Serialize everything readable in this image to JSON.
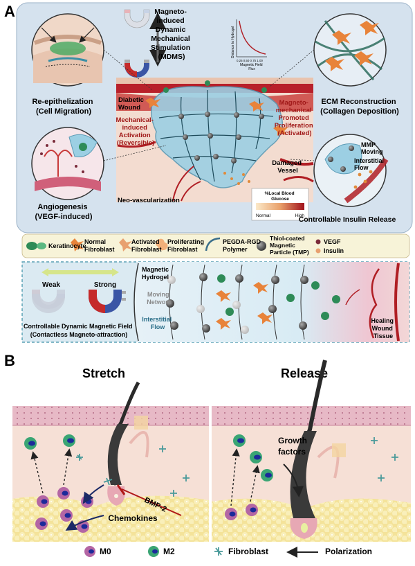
{
  "panel_a": {
    "letter": "A",
    "mdms": {
      "lines": [
        "Magneto-",
        "induced",
        "Dynamic",
        "Mechanical",
        "Stimulation",
        "(MDMS)"
      ]
    },
    "decay_chart": {
      "ylabel": "Distance to Hydrogel",
      "ticks": "0.25 0.50 0.75 1.00",
      "xlabel_lines": [
        "Magnetic Field",
        "Flux"
      ]
    },
    "re_epithelization": [
      "Re-epithelization",
      "(Cell Migration)"
    ],
    "ecm": [
      "ECM Reconstruction",
      "(Collagen Deposition)"
    ],
    "diabetic_wound": [
      "Diabetic",
      "Wound"
    ],
    "mech_activation": [
      "Mechanical-",
      "induced",
      "Activation",
      "(Reversible)"
    ],
    "magneto_prolif": [
      "Magneto-",
      "mechanical",
      "Promoted",
      "Proliferation",
      "(Activated)"
    ],
    "mmp": [
      "MMP",
      "Moving"
    ],
    "interstitial_flow": [
      "Interstitial",
      "Flow"
    ],
    "damaged_vessel": [
      "Damaged",
      "Vessel"
    ],
    "angiogenesis": [
      "Angiogenesis",
      "(VEGF-induced)"
    ],
    "neo_vasc": "Neo-vascularization",
    "glucose": {
      "title": [
        "%Local Blood",
        "Glucose"
      ],
      "low": "Normal",
      "high": "High"
    },
    "insulin_release": "Controllable Insulin Release",
    "legend": {
      "keratinocyte": "Keratinocyte",
      "normal_fibro": [
        "Normal",
        "Fibroblast"
      ],
      "activated_fibro": [
        "Activated",
        "Fibroblast"
      ],
      "prolif_fibro": [
        "Proliferating",
        "Fibroblast"
      ],
      "pegda": [
        "PEGDA-RGD",
        "Polymer"
      ],
      "tmp": [
        "Thiol-coated",
        "Magnetic",
        "Particle (TMP)"
      ],
      "vegf": "VEGF",
      "insulin": "Insulin"
    },
    "lower": {
      "weak": "Weak",
      "strong": "Strong",
      "field": [
        "Controllable Dynamic Magnetic Field",
        "(Contactless Magneto-attraction)"
      ],
      "hydrogel": [
        "Magnetic",
        "Hydrogel"
      ],
      "moving_network": [
        "Moving",
        "Network"
      ],
      "interstitial_flow": [
        "Interstitial",
        "Flow"
      ],
      "healing": [
        "Healing",
        "Wound",
        "Tissue"
      ]
    },
    "colors": {
      "teal": "#3a8fa6",
      "dark_red": "#a01818",
      "wound_red": "#b8202a",
      "hydrogel": "#9ccfe3",
      "panel_bg": "#d5e2ee"
    }
  },
  "panel_b": {
    "letter": "B",
    "stretch": "Stretch",
    "release": "Release",
    "bmp2": "BMP-2",
    "chemokines": "Chemokines",
    "growth_factors": [
      "Growth",
      "factors"
    ],
    "legend": {
      "m0": "M0",
      "m2": "M2",
      "fibroblast": "Fibroblast",
      "polarization": "Polarization"
    },
    "colors": {
      "epidermis": "#e7b9c6",
      "dermis": "#f6e0d6",
      "fat": "#f4e39a",
      "hair": "#2a2a2a"
    }
  }
}
